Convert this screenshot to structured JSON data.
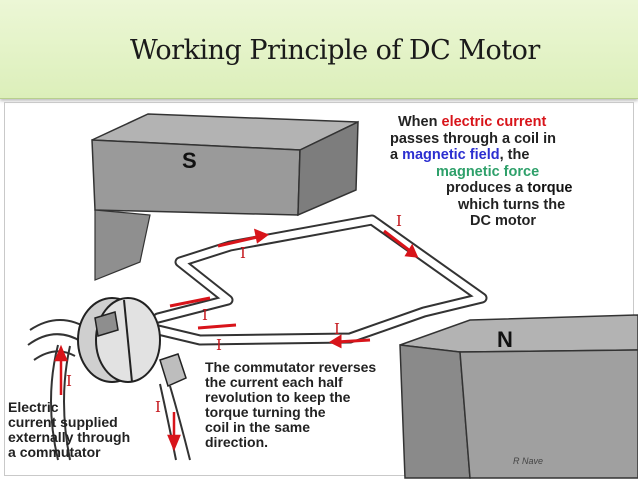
{
  "title": "Working Principle of DC Motor",
  "poles": {
    "south": "S",
    "north": "N"
  },
  "description": {
    "line1_a": "When ",
    "line1_b": "electric current",
    "line2": "passes through a  coil in",
    "line3_a": "a ",
    "line3_b": "magnetic field",
    "line3_c": ", the",
    "line4": "magnetic force",
    "line5_a": "produces a ",
    "line5_b": "torque",
    "line6": "which turns the",
    "line7": "DC motor"
  },
  "commutator_note": [
    "The commutator reverses",
    "the current each half",
    "revolution to keep the",
    "torque turning the",
    "coil in the same",
    "direction."
  ],
  "supply_note": {
    "line1": "Electric",
    "line2": "current supplied",
    "line3": "externally through",
    "line4_a": "a ",
    "line4_b": "commutator"
  },
  "current_symbol": "I",
  "credit": "R Nave",
  "colors": {
    "title_band": "#dcefba",
    "arrow": "#d8141a",
    "magnet": "#9a9a9a"
  }
}
